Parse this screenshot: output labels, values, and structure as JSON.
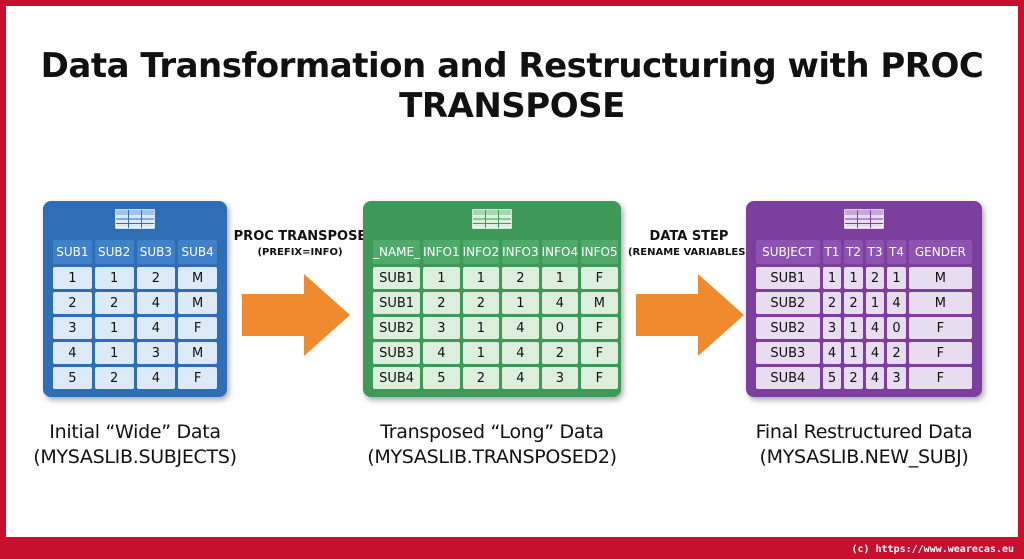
{
  "title": "Data Transformation and Restructuring with PROC TRANSPOSE",
  "colors": {
    "frame": "#c8102e",
    "blue_panel": "#2f6db5",
    "blue_header": "#3f80c8",
    "blue_cell": "#dce9f7",
    "green_panel": "#3f9a5a",
    "green_header": "#4ea96a",
    "green_cell": "#dcefdc",
    "purple_panel": "#7d3f9e",
    "purple_header": "#8e52b0",
    "purple_cell": "#e7dcf0",
    "arrow": "#f08a2e"
  },
  "icons": {
    "table": "table-grid-icon",
    "arrow": "right-arrow-icon"
  },
  "tables": [
    {
      "caption_line1": "Initial “Wide” Data",
      "caption_line2": "(MYSASLIB.SUBJECTS)",
      "columns": [
        "SUB1",
        "SUB2",
        "SUB3",
        "SUB4"
      ],
      "rows": [
        [
          "1",
          "1",
          "2",
          "M"
        ],
        [
          "2",
          "2",
          "4",
          "M"
        ],
        [
          "3",
          "1",
          "4",
          "F"
        ],
        [
          "4",
          "1",
          "3",
          "M"
        ],
        [
          "5",
          "2",
          "4",
          "F"
        ]
      ]
    },
    {
      "caption_line1": "Transposed “Long” Data",
      "caption_line2": "(MYSASLIB.TRANSPOSED2)",
      "columns": [
        "_NAME_",
        "INFO1",
        "INFO2",
        "INFO3",
        "INFO4",
        "INFO5"
      ],
      "rows": [
        [
          "SUB1",
          "1",
          "1",
          "2",
          "1",
          "F"
        ],
        [
          "SUB1",
          "2",
          "2",
          "1",
          "4",
          "M"
        ],
        [
          "SUB2",
          "3",
          "1",
          "4",
          "0",
          "F"
        ],
        [
          "SUB3",
          "4",
          "1",
          "4",
          "2",
          "F"
        ],
        [
          "SUB4",
          "5",
          "2",
          "4",
          "3",
          "F"
        ]
      ]
    },
    {
      "caption_line1": "Final Restructured Data",
      "caption_line2": "(MYSASLIB.NEW_SUBJ)",
      "columns": [
        "SUBJECT",
        "T1",
        "T2",
        "T3",
        "T4",
        "GENDER"
      ],
      "rows": [
        [
          "SUB1",
          "1",
          "1",
          "2",
          "1",
          "M"
        ],
        [
          "SUB2",
          "2",
          "2",
          "1",
          "4",
          "M"
        ],
        [
          "SUB2",
          "3",
          "1",
          "4",
          "0",
          "F"
        ],
        [
          "SUB3",
          "4",
          "1",
          "4",
          "2",
          "F"
        ],
        [
          "SUB4",
          "5",
          "2",
          "4",
          "3",
          "F"
        ]
      ]
    }
  ],
  "steps": [
    {
      "label": "PROC TRANSPOSE",
      "sub": "(PREFIX=INFO)"
    },
    {
      "label": "DATA STEP",
      "sub": "(RENAME VARIABLES)"
    }
  ],
  "footer": "(c) https://www.wearecas.eu"
}
